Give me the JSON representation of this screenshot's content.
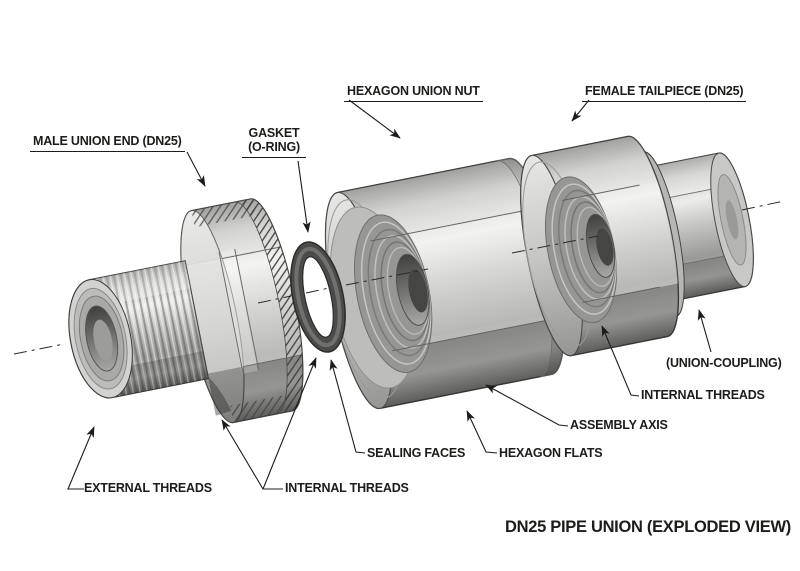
{
  "diagram": {
    "title": "DN25 PIPE UNION (EXPLODED VIEW)",
    "colors": {
      "background": "#ffffff",
      "line": "#1c1c1a",
      "metal_highlight": "#eeeeec",
      "metal_mid": "#b4b4b2",
      "metal_shadow": "#6e6e6c",
      "oring": "#4b4b49"
    },
    "labels": {
      "male_union_end": "MALE UNION END (DN25)",
      "gasket": "GASKET",
      "gasket_sub": "(O-RING)",
      "hexagon_union_nut": "HEXAGON UNION NUT",
      "female_tailpiece": "FEMALE TAILPIECE (DN25)",
      "external_threads": "EXTERNAL THREADS",
      "internal_threads_left": "INTERNAL THREADS",
      "sealing_faces": "SEALING FACES",
      "hexagon_flats": "HEXAGON FLATS",
      "assembly_axis": "ASSEMBLY AXIS",
      "internal_threads_right": "INTERNAL THREADS",
      "union_coupling": "(UNION-COUPLING)"
    }
  }
}
